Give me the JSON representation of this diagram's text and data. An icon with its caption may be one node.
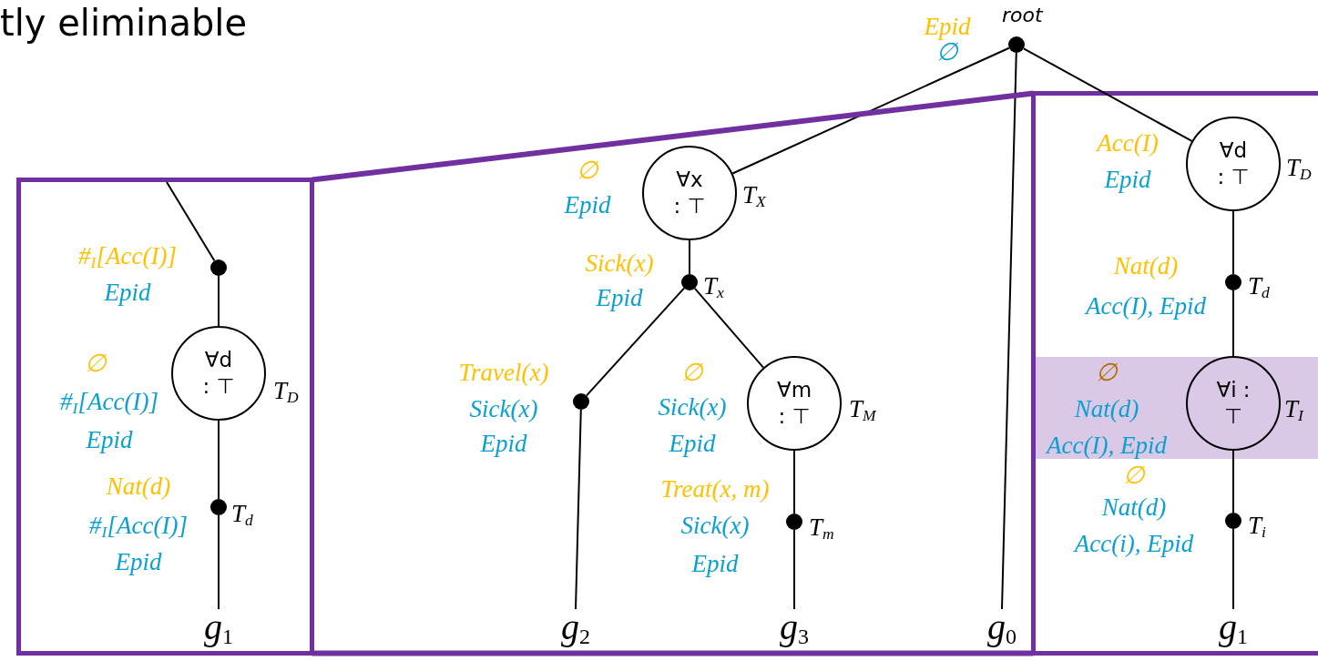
{
  "diagram": {
    "title": "tly eliminable",
    "nodes": [
      {
        "text": [],
        "shape": "box"
      },
      {
        "text": [],
        "shape": "circle",
        "in": 0,
        "beside": [
          "#$_{I}$[Acc(I)]",
          "Epid"
        ]
      },
      {
        "text": [
          "∀d : ⊤"
        ],
        "in": 0,
        "beside": [
          "∅",
          "#$_{I}$[Acc(I)]",
          "Epid",
          "T$_{D}$"
        ]
      },
      {
        "text": [],
        "shape": "circle",
        "in": 0,
        "beside": [
          "Nat(d)",
          "#$_{I}$[Acc(I)]",
          "Epid",
          "T$_{d}$"
        ]
      },
      {
        "text": [
          "g$_{1}$"
        ],
        "in": 0
      },
      {
        "text": [
          "∀x : ⊤"
        ],
        "beside": [
          "∅",
          "Epid",
          "T$_{X}$"
        ]
      },
      {
        "text": [],
        "shape": "circle",
        "beside": [
          "Sick(x)",
          "Epid",
          "T$_{x}$"
        ]
      },
      {
        "text": [],
        "shape": "circle",
        "beside": [
          "Travel(x)",
          "Sick(x)",
          "Epid"
        ]
      },
      {
        "text": [
          "∀m : ⊤"
        ],
        "beside": [
          "∅",
          "Sick(x)",
          "Epid",
          "T$_{M}$"
        ]
      },
      {
        "text": [],
        "shape": "circle",
        "beside": [
          "Treat(x, m)",
          "Sick(x)",
          "Epid",
          "T$_{m}$"
        ]
      },
      {
        "text": [
          "g$_{2}$"
        ]
      },
      {
        "text": [
          "g$_{3}$"
        ]
      },
      {
        "text": [],
        "shape": "circle",
        "beside": [
          "Epid",
          "∅",
          "root"
        ]
      },
      {
        "text": [
          "g$_{0}$"
        ]
      },
      {
        "text": [],
        "shape": "box"
      },
      {
        "text": [
          "∀d : ⊤"
        ],
        "in": 14,
        "beside": [
          "Acc(I)",
          "Epid",
          "T$_{D}$"
        ]
      },
      {
        "text": [],
        "shape": "circle",
        "in": 14,
        "beside": [
          "Nat(d)",
          "Acc(I), Epid",
          "T$_{d}$"
        ]
      },
      {
        "text": [],
        "shape": "band",
        "in": 14
      },
      {
        "text": [
          "∀i : ⊤"
        ],
        "in": 17,
        "beside": [
          "∅",
          "Nat(d)",
          "Acc(I), Epid",
          "T$_{I}$"
        ]
      },
      {
        "text": [],
        "shape": "circle",
        "in": 14,
        "beside": [
          "∅",
          "Nat(d)",
          "Acc(i), Epid",
          "T$_{i}$"
        ]
      },
      {
        "text": [
          "g$_{1}$"
        ],
        "in": 14
      }
    ],
    "edges": [
      {
        "from": null,
        "to": 1,
        "arrow": "none"
      },
      {
        "from": 1,
        "to": 2,
        "arrow": "none"
      },
      {
        "from": 2,
        "to": 3,
        "arrow": "none"
      },
      {
        "from": 3,
        "to": 4,
        "arrow": "none"
      },
      {
        "from": 12,
        "to": 5,
        "arrow": "none"
      },
      {
        "from": 5,
        "to": 6,
        "arrow": "none"
      },
      {
        "from": 6,
        "to": 7,
        "arrow": "none"
      },
      {
        "from": 6,
        "to": 8,
        "arrow": "none"
      },
      {
        "from": 7,
        "to": 10,
        "arrow": "none"
      },
      {
        "from": 8,
        "to": 9,
        "arrow": "none"
      },
      {
        "from": 9,
        "to": 11,
        "arrow": "none"
      },
      {
        "from": 12,
        "to": 13,
        "arrow": "none"
      },
      {
        "from": 12,
        "to": 15,
        "arrow": "none"
      },
      {
        "from": 15,
        "to": 16,
        "arrow": "none"
      },
      {
        "from": 16,
        "to": 18,
        "arrow": "none"
      },
      {
        "from": 18,
        "to": 19,
        "arrow": "none"
      },
      {
        "from": 19,
        "to": 20,
        "arrow": "none"
      },
      {
        "from": 0,
        "to": 14,
        "arrow": "none",
        "style": "thick",
        "color": "#7030a0"
      },
      {
        "from": 0,
        "to": 14,
        "arrow": "none",
        "style": "thick",
        "color": "#7030a0"
      }
    ]
  }
}
